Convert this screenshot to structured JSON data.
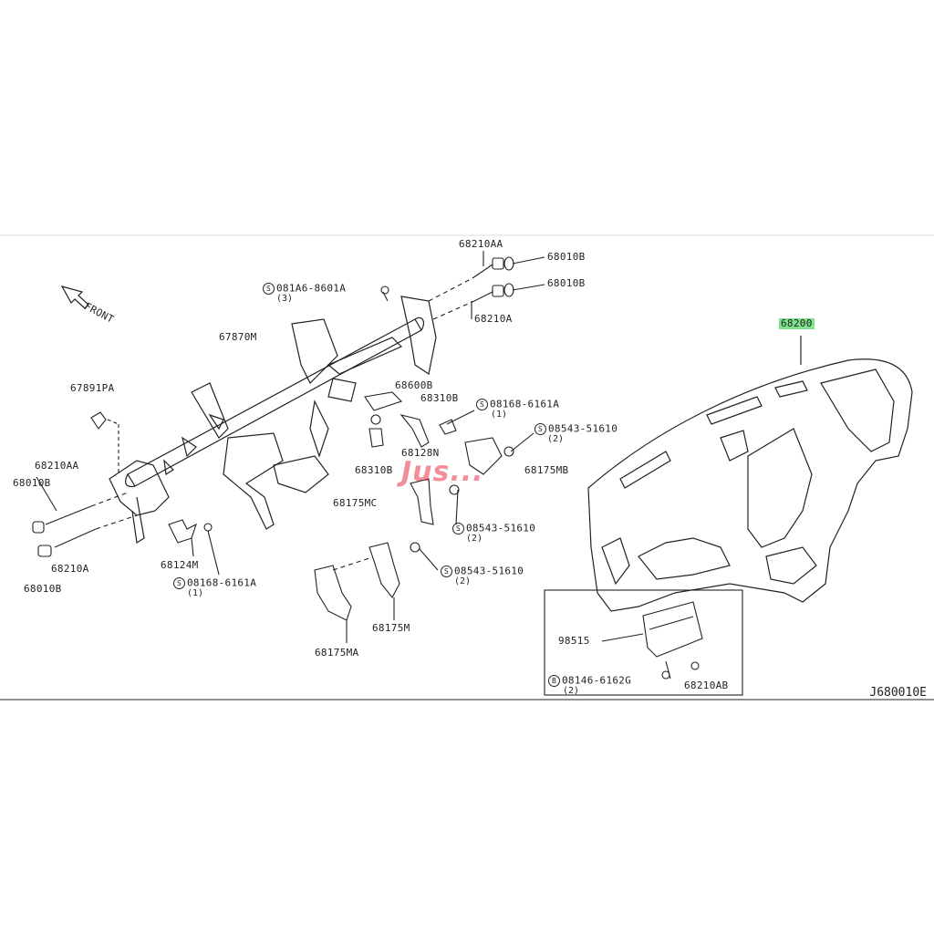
{
  "watermark": "Jus...",
  "figure_code": "J680010E",
  "direction_label": "FRONT",
  "labels": {
    "p68210AA_top": "68210AA",
    "p68010B_top1": "68010B",
    "p68010B_top2": "68010B",
    "p68210A_top": "68210A",
    "bolt081A6": "081A6-8601A",
    "bolt081A6_qty": "(3)",
    "p67870M": "67870M",
    "p67891PA": "67891PA",
    "p68210AA_left": "68210AA",
    "p68010B_left1": "68010B",
    "p68210A_left": "68210A",
    "p68010B_left2": "68010B",
    "p68600B": "68600B",
    "p68310B_a": "68310B",
    "bolt08168_a": "08168-6161A",
    "bolt08168_a_qty": "(1)",
    "bolt08543_a": "08543-51610",
    "bolt08543_a_qty": "(2)",
    "p68128N": "68128N",
    "p68310B_b": "68310B",
    "p68175MB": "68175MB",
    "p68175MC": "68175MC",
    "bolt08543_b": "08543-51610",
    "bolt08543_b_qty": "(2)",
    "p68124M": "68124M",
    "bolt08168_b": "08168-6161A",
    "bolt08168_b_qty": "(1)",
    "bolt08543_c": "08543-51610",
    "bolt08543_c_qty": "(2)",
    "p68175M": "68175M",
    "p68175MA": "68175MA",
    "p68200": "68200",
    "p98515": "98515",
    "bolt08146": "08146-6162G",
    "bolt08146_qty": "(2)",
    "p68210AB": "68210AB"
  },
  "prefix_s": "S",
  "prefix_b": "B",
  "colors": {
    "highlight": "#7fe28a",
    "line": "#222222",
    "watermark": "#e63246"
  }
}
